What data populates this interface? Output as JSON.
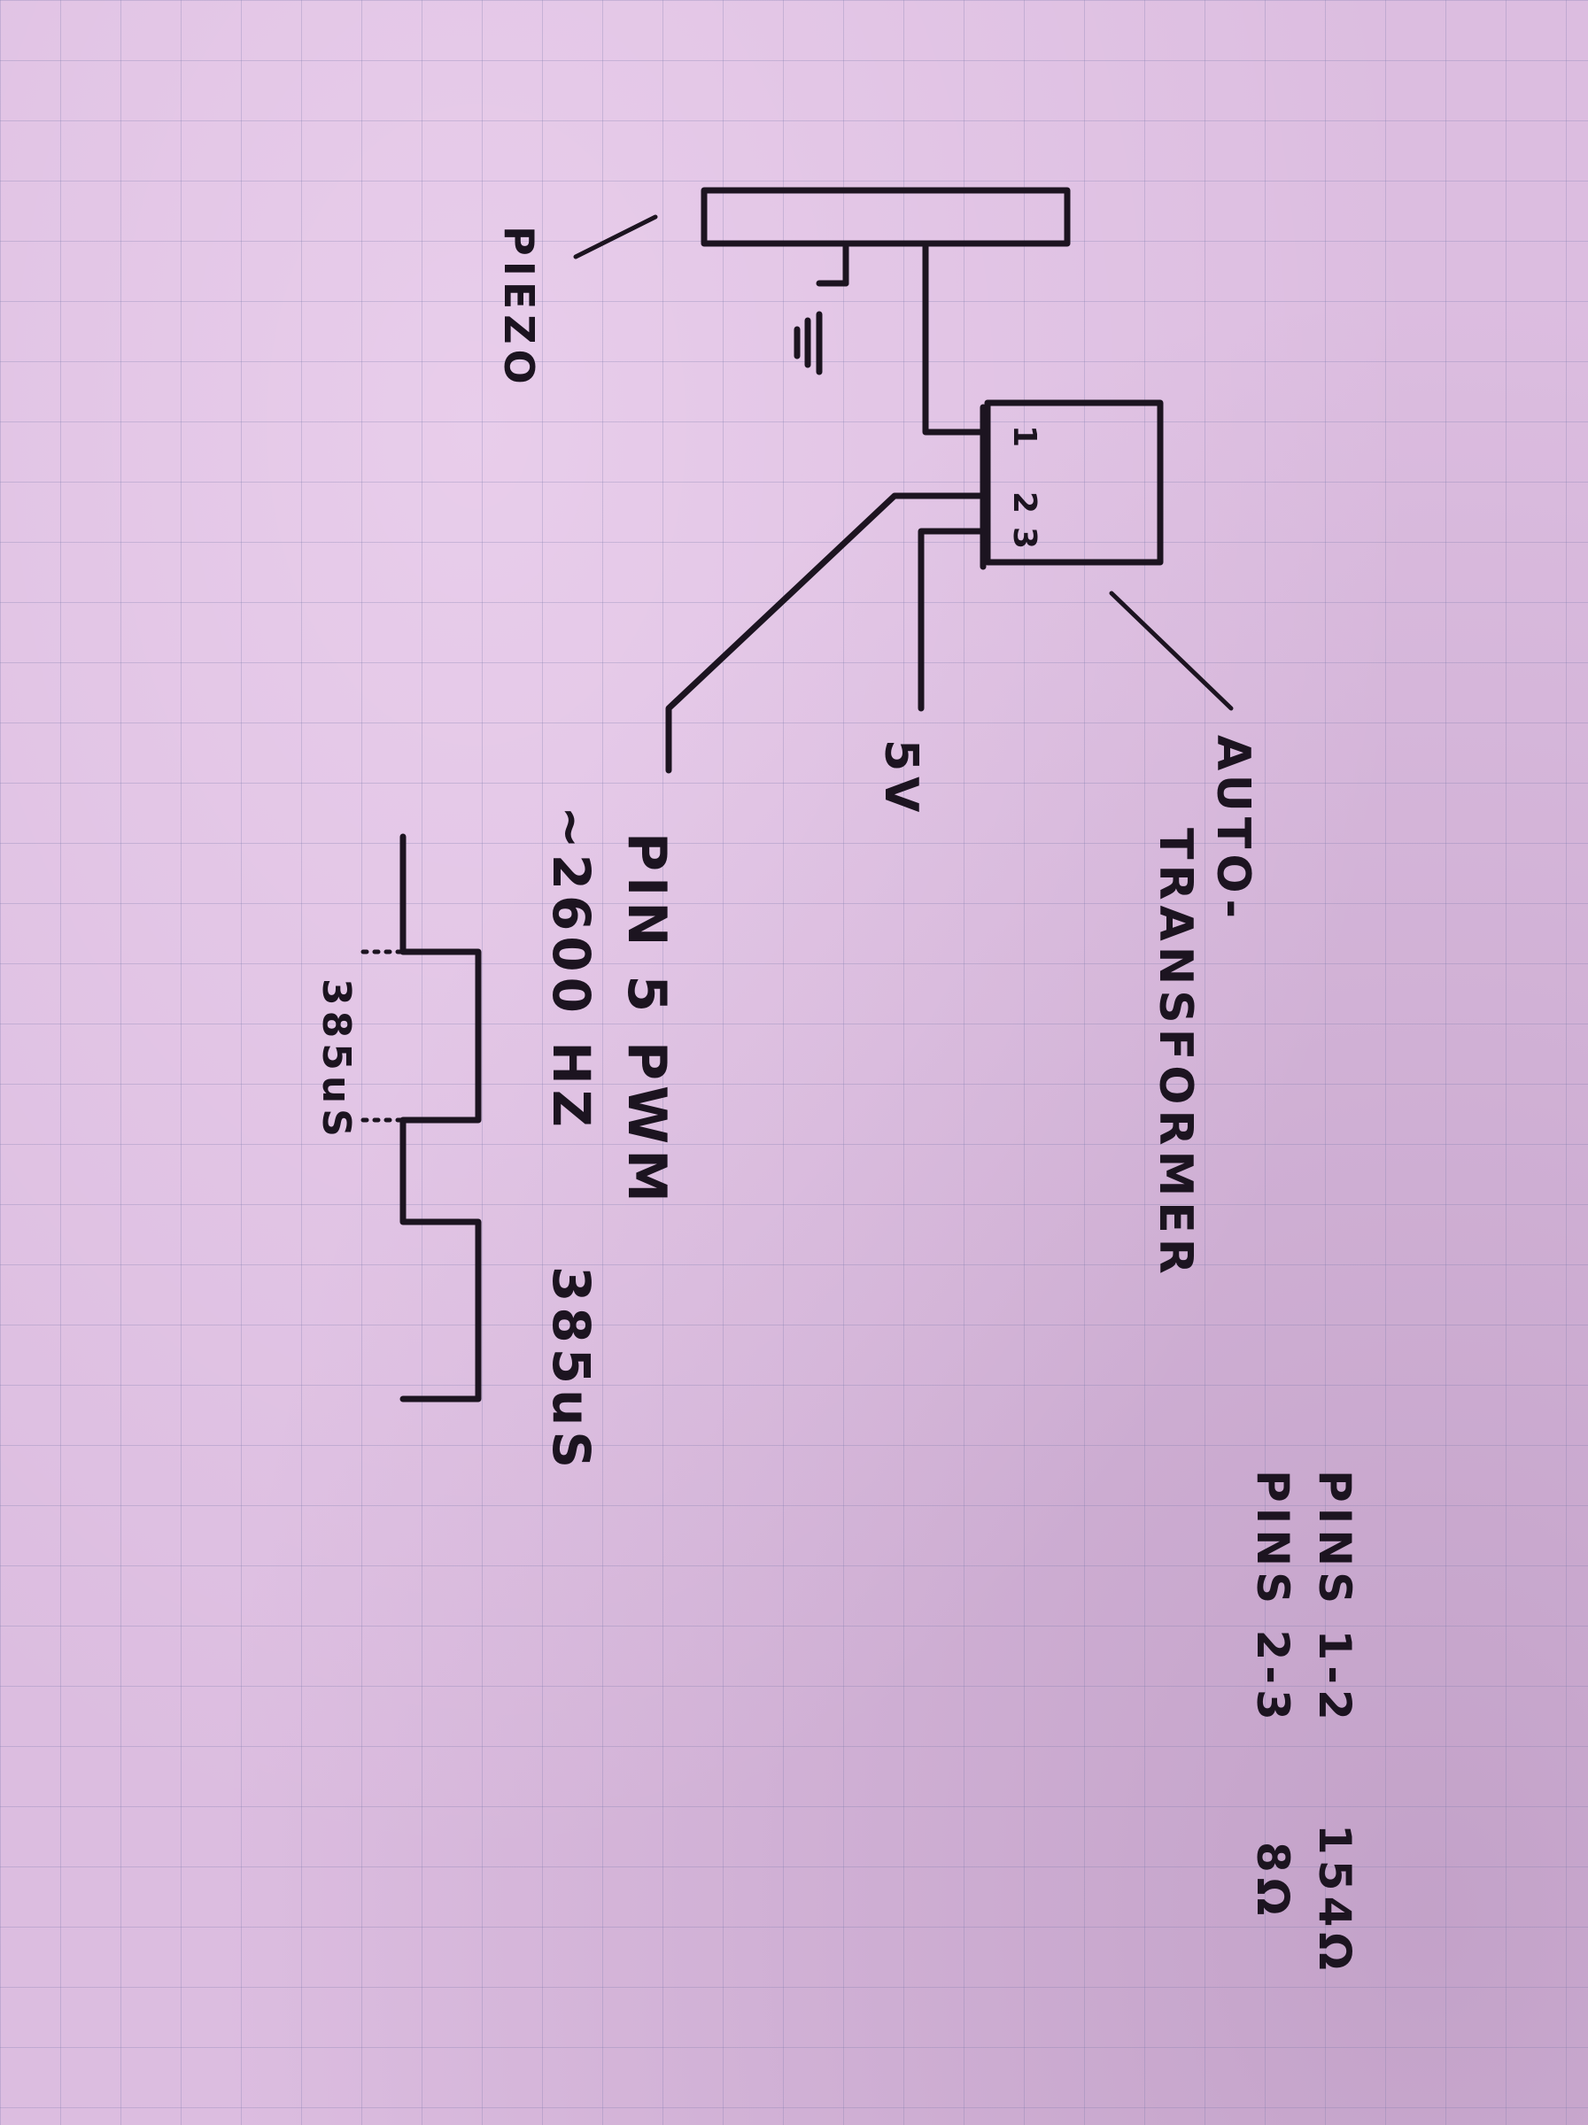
{
  "diagram": {
    "title": "Piezo buzzer drive circuit (hand-drawn on graph paper)",
    "orientation": "rotated 90° clockwise",
    "components": {
      "piezo": {
        "label": "PIEZO"
      },
      "ground": {
        "symbol": "ground-icon"
      },
      "autotransformer": {
        "label_line1": "AUTO-",
        "label_line2": "TRANSFORMER",
        "pins": [
          "1",
          "2",
          "3"
        ]
      },
      "supply": {
        "label": "5V"
      },
      "pwm": {
        "label": "PIN 5 PWM",
        "freq": "~2600 HZ",
        "period": "385uS"
      }
    },
    "waveform": {
      "label": "385uS",
      "type": "square"
    },
    "resistance_table": {
      "rows": [
        {
          "pins": "PINS 1-2",
          "value": "154Ω"
        },
        {
          "pins": "PINS 2-3",
          "value": "8Ω"
        }
      ]
    },
    "colors": {
      "ink": "#1c1420",
      "paper": "#dcbde0",
      "grid": "#7878aa"
    }
  }
}
